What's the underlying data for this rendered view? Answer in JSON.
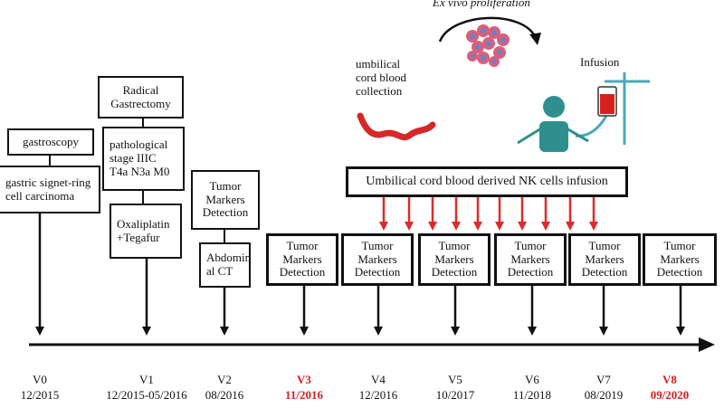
{
  "boxes": {
    "gastroscopy": "gastroscopy",
    "carcinoma": "gastric signet-ring\ncell carcinoma",
    "gastrectomy": "Radical\nGastrectomy",
    "pathological_stage": "pathological\nstage IIIC\nT4a N3a M0",
    "chemo": "Oxaliplatin\n+Tegafur",
    "tumor_markers": "Tumor\nMarkers\nDetection",
    "abdominal_ct": "Abdomin\nal CT",
    "nk_infusion": "Umbilical cord blood derived NK cells infusion"
  },
  "labels": {
    "ex_vivo": "Ex vivo proliferation",
    "cord_blood": "umbilical\ncord blood\ncollection",
    "infusion": "Infusion"
  },
  "visits": [
    {
      "id": "V0",
      "date": "12/2015",
      "highlight": false
    },
    {
      "id": "V1",
      "date": "12/2015-05/2016",
      "highlight": false
    },
    {
      "id": "V2",
      "date": "08/2016",
      "highlight": false
    },
    {
      "id": "V3",
      "date": "11/2016",
      "highlight": true
    },
    {
      "id": "V4",
      "date": "12/2016",
      "highlight": false
    },
    {
      "id": "V5",
      "date": "10/2017",
      "highlight": false
    },
    {
      "id": "V6",
      "date": "11/2018",
      "highlight": false
    },
    {
      "id": "V7",
      "date": "08/2019",
      "highlight": false
    },
    {
      "id": "V8",
      "date": "09/2020",
      "highlight": true
    }
  ],
  "colors": {
    "highlight": "#d22020",
    "infusion_arrow": "#e02a2a",
    "cells": "#d9607a",
    "cells_nucleus": "#6a7fd0",
    "patient": "#2f8f8f",
    "blood_bag": "#d62020",
    "iv_stand": "#4aa8b8"
  }
}
